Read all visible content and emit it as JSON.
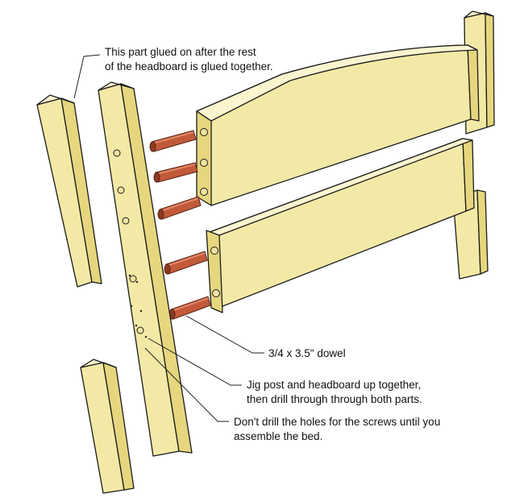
{
  "annotations": {
    "glued_part_line1": "This part glued on after the rest",
    "glued_part_line2": "of the headboard is glued together.",
    "dowel": "3/4 x 3.5\" dowel",
    "jig_line1": "Jig post and headboard up together,",
    "jig_line2": "then drill through through both parts.",
    "screws_line1": "Don't drill the holes for the screws until you",
    "screws_line2": "assemble the bed."
  },
  "colors": {
    "wood_front": "#f3e9a6",
    "wood_side": "#e6d77e",
    "wood_top": "#faf4cf",
    "wood_edge": "#1b1b1b",
    "dowel": "#c25a3a",
    "dowel_dark": "#8e3a22",
    "dowel_light": "#e08868"
  }
}
